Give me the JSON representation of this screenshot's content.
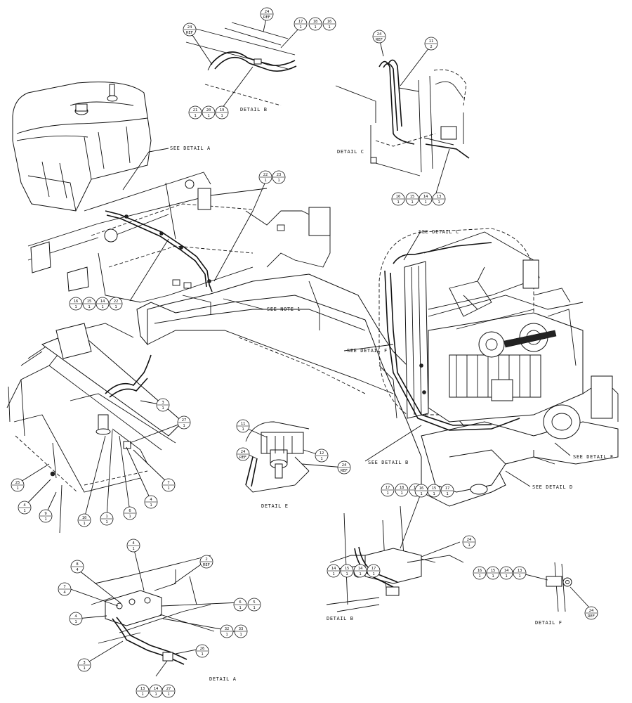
{
  "labels": {
    "detail_a": "DETAIL  A",
    "detail_b_top": "DETAIL  B",
    "detail_b_lower": "DETAIL  B",
    "detail_c": "DETAIL  C",
    "detail_e": "DETAIL  E",
    "detail_f": "DETAIL  F",
    "see_a": "SEE DETAIL  A",
    "see_b": "SEE DETAIL  B",
    "see_c": "SEE DETAIL  C",
    "see_d": "SEE DETAIL  D",
    "see_e": "SEE DETAIL  E",
    "see_f": "SEE DETAIL  F",
    "see_note": "SEE NOTE 1"
  },
  "balloons": [
    {
      "top": "24",
      "bot": "REF"
    },
    {
      "top": "17",
      "bot": "1"
    },
    {
      "top": "18",
      "bot": "1"
    },
    {
      "top": "16",
      "bot": "1"
    },
    {
      "top": "24",
      "bot": "REF"
    },
    {
      "top": "21",
      "bot": "1"
    },
    {
      "top": "20",
      "bot": "1"
    },
    {
      "top": "19",
      "bot": "1"
    },
    {
      "top": "24",
      "bot": "REF"
    },
    {
      "top": "11",
      "bot": "2"
    },
    {
      "top": "16",
      "bot": "1"
    },
    {
      "top": "15",
      "bot": "1"
    },
    {
      "top": "14",
      "bot": "1"
    },
    {
      "top": "13",
      "bot": "1"
    },
    {
      "top": "22",
      "bot": "1"
    },
    {
      "top": "23",
      "bot": "1"
    },
    {
      "top": "16",
      "bot": "1"
    },
    {
      "top": "15",
      "bot": "1"
    },
    {
      "top": "14",
      "bot": "1"
    },
    {
      "top": "22",
      "bot": "1"
    },
    {
      "top": "3",
      "bot": "1"
    },
    {
      "top": "27",
      "bot": "1"
    },
    {
      "top": "25",
      "bot": "1"
    },
    {
      "top": "4",
      "bot": "1"
    },
    {
      "top": "9",
      "bot": "1"
    },
    {
      "top": "10",
      "bot": "1"
    },
    {
      "top": "1",
      "bot": "1"
    },
    {
      "top": "6",
      "bot": "1"
    },
    {
      "top": "4",
      "bot": "1"
    },
    {
      "top": "7",
      "bot": "1"
    },
    {
      "top": "17",
      "bot": "1"
    },
    {
      "top": "18",
      "bot": "1"
    },
    {
      "top": "16",
      "bot": "1"
    },
    {
      "top": "11",
      "bot": "1"
    },
    {
      "top": "24",
      "bot": "REF"
    },
    {
      "top": "12",
      "bot": "1"
    },
    {
      "top": "24",
      "bot": "REF"
    },
    {
      "top": "16",
      "bot": "1"
    },
    {
      "top": "15",
      "bot": "1"
    },
    {
      "top": "17",
      "bot": "1"
    },
    {
      "top": "24",
      "bot": "1"
    },
    {
      "top": "14",
      "bot": "1"
    },
    {
      "top": "15",
      "bot": "1"
    },
    {
      "top": "14",
      "bot": "1"
    },
    {
      "top": "17",
      "bot": "1"
    },
    {
      "top": "16",
      "bot": "1"
    },
    {
      "top": "15",
      "bot": "1"
    },
    {
      "top": "14",
      "bot": "1"
    },
    {
      "top": "13",
      "bot": "1"
    },
    {
      "top": "24",
      "bot": "REF"
    },
    {
      "top": "4",
      "bot": "1"
    },
    {
      "top": "8",
      "bot": "4"
    },
    {
      "top": "7",
      "bot": "4"
    },
    {
      "top": "2",
      "bot": "REF"
    },
    {
      "top": "4",
      "bot": "1"
    },
    {
      "top": "6",
      "bot": "1"
    },
    {
      "top": "5",
      "bot": "1"
    },
    {
      "top": "32",
      "bot": "1"
    },
    {
      "top": "33",
      "bot": "1"
    },
    {
      "top": "26",
      "bot": "1"
    },
    {
      "top": "3",
      "bot": "1"
    },
    {
      "top": "13",
      "bot": "1"
    },
    {
      "top": "14",
      "bot": "1"
    },
    {
      "top": "27",
      "bot": "1"
    }
  ]
}
